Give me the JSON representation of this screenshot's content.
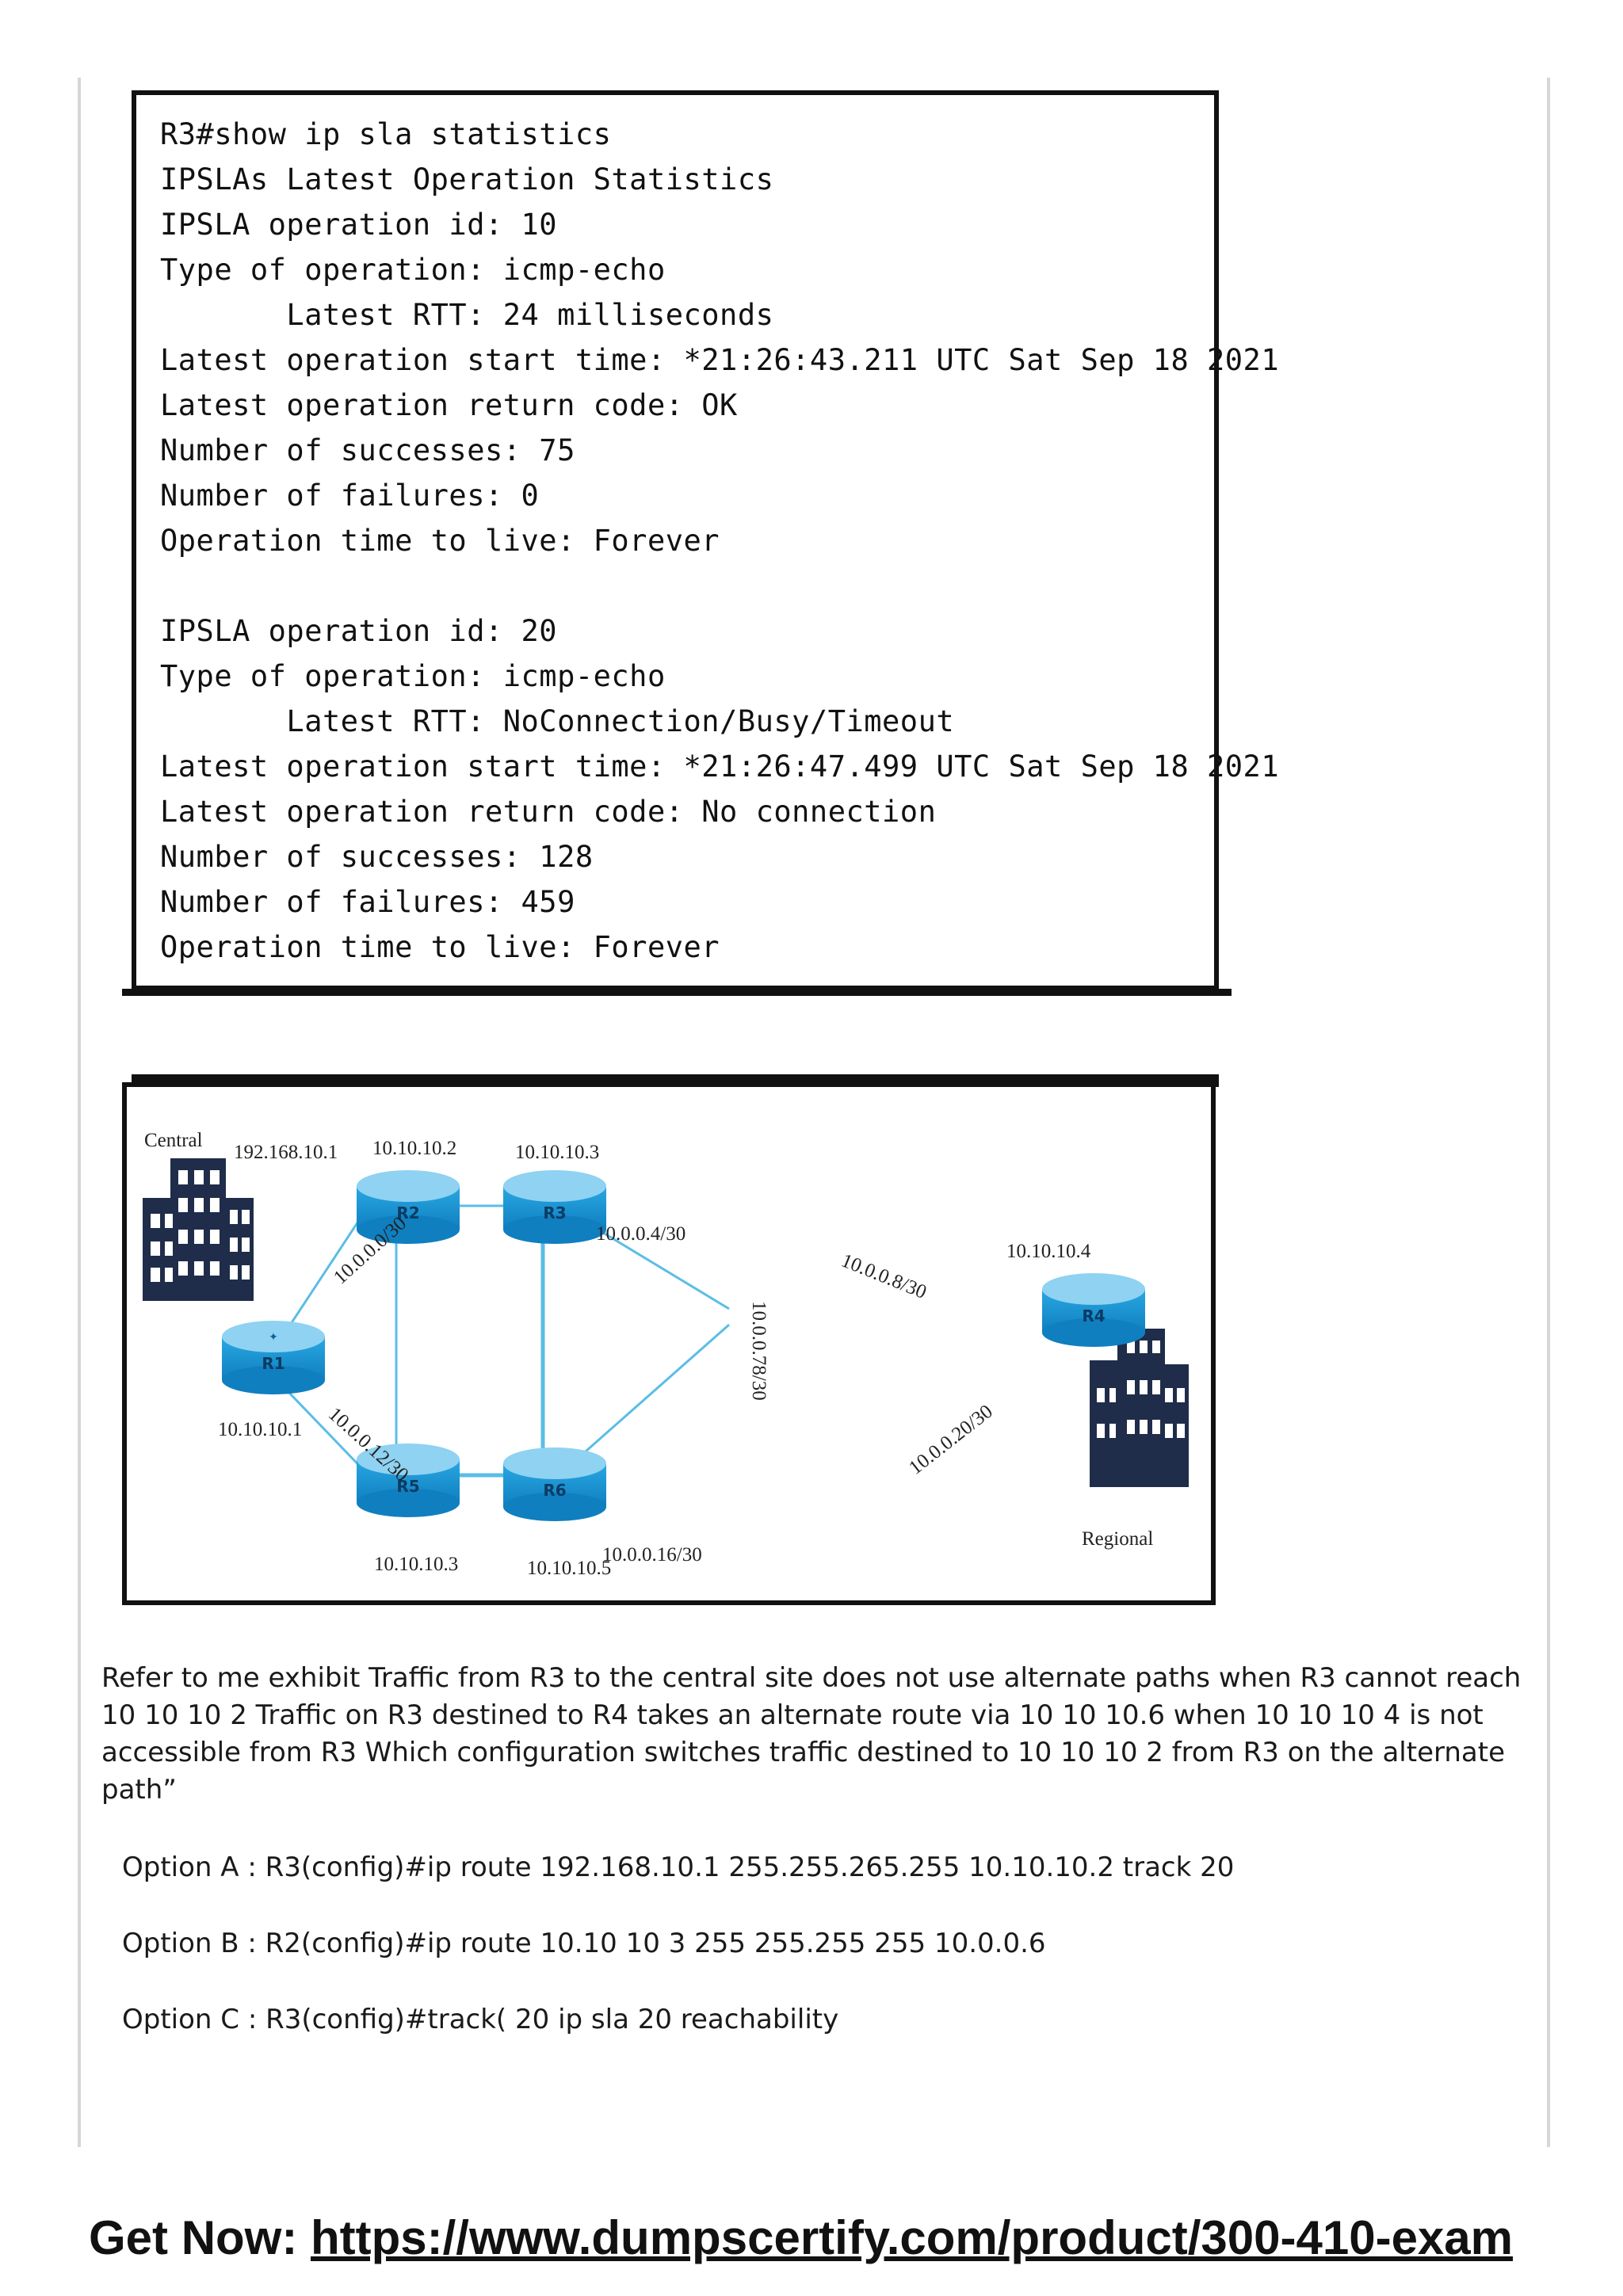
{
  "terminal": {
    "lines": [
      "R3#show ip sla statistics",
      "IPSLAs Latest Operation Statistics",
      "IPSLA operation id: 10",
      "Type of operation: icmp-echo",
      "       Latest RTT: 24 milliseconds",
      "Latest operation start time: *21:26:43.211 UTC Sat Sep 18 2021",
      "Latest operation return code: OK",
      "Number of successes: 75",
      "Number of failures: 0",
      "Operation time to live: Forever",
      "",
      "IPSLA operation id: 20",
      "Type of operation: icmp-echo",
      "       Latest RTT: NoConnection/Busy/Timeout",
      "Latest operation start time: *21:26:47.499 UTC Sat Sep 18 2021",
      "Latest operation return code: No connection",
      "Number of successes: 128",
      "Number of failures: 459",
      "Operation time to live: Forever"
    ]
  },
  "diagram": {
    "central_label": "Central",
    "regional_label": "Regional",
    "central_ip": "192.168.10.1",
    "routers": {
      "r1": {
        "name": "R1",
        "ip": "10.10.10.1"
      },
      "r2": {
        "name": "R2",
        "ip": "10.10.10.2"
      },
      "r3": {
        "name": "R3",
        "ip": "10.10.10.3"
      },
      "r4": {
        "name": "R4",
        "ip": "10.10.10.4"
      },
      "r5": {
        "name": "R5",
        "ip": "10.10.10.3"
      },
      "r6": {
        "name": "R6",
        "ip": "10.10.10.5"
      }
    },
    "links": {
      "r1_r2": "10.0.0.0/30",
      "r2_r3": "10.0.0.4/30",
      "r3_r4": "10.0.0.8/30",
      "r1_r5": "10.0.0.12/30",
      "r5_r6": "10.0.0.16/30",
      "r6_r4": "10.0.0.20/30",
      "r3_r6": "10.0.0.78/30"
    },
    "colors": {
      "router": "#1a9ad6",
      "router_top": "#8fd2f2",
      "link": "#5bbde6",
      "building": "#1f2d4a"
    }
  },
  "question": {
    "text": "Refer to me exhibit Traffic from R3 to the central site does not use alternate paths when R3 cannot reach 10 10 10 2 Traffic on R3 destined to R4 takes an alternate route via 10 10 10.6 when 10 10 10 4 is not accessible from R3 Which configuration switches traffic destined to 10 10 10 2 from R3 on the alternate path”",
    "options": [
      "Option A : R3(config)#ip route 192.168.10.1 255.255.265.255 10.10.10.2 track 20",
      "Option B : R2(config)#ip route 10.10 10 3 255 255.255 255 10.0.0.6",
      "Option C : R3(config)#track( 20 ip sla 20 reachability"
    ]
  },
  "footer": {
    "prefix": "Get Now: ",
    "link": "https://www.dumpscertify.com/product/300-410-exam"
  }
}
